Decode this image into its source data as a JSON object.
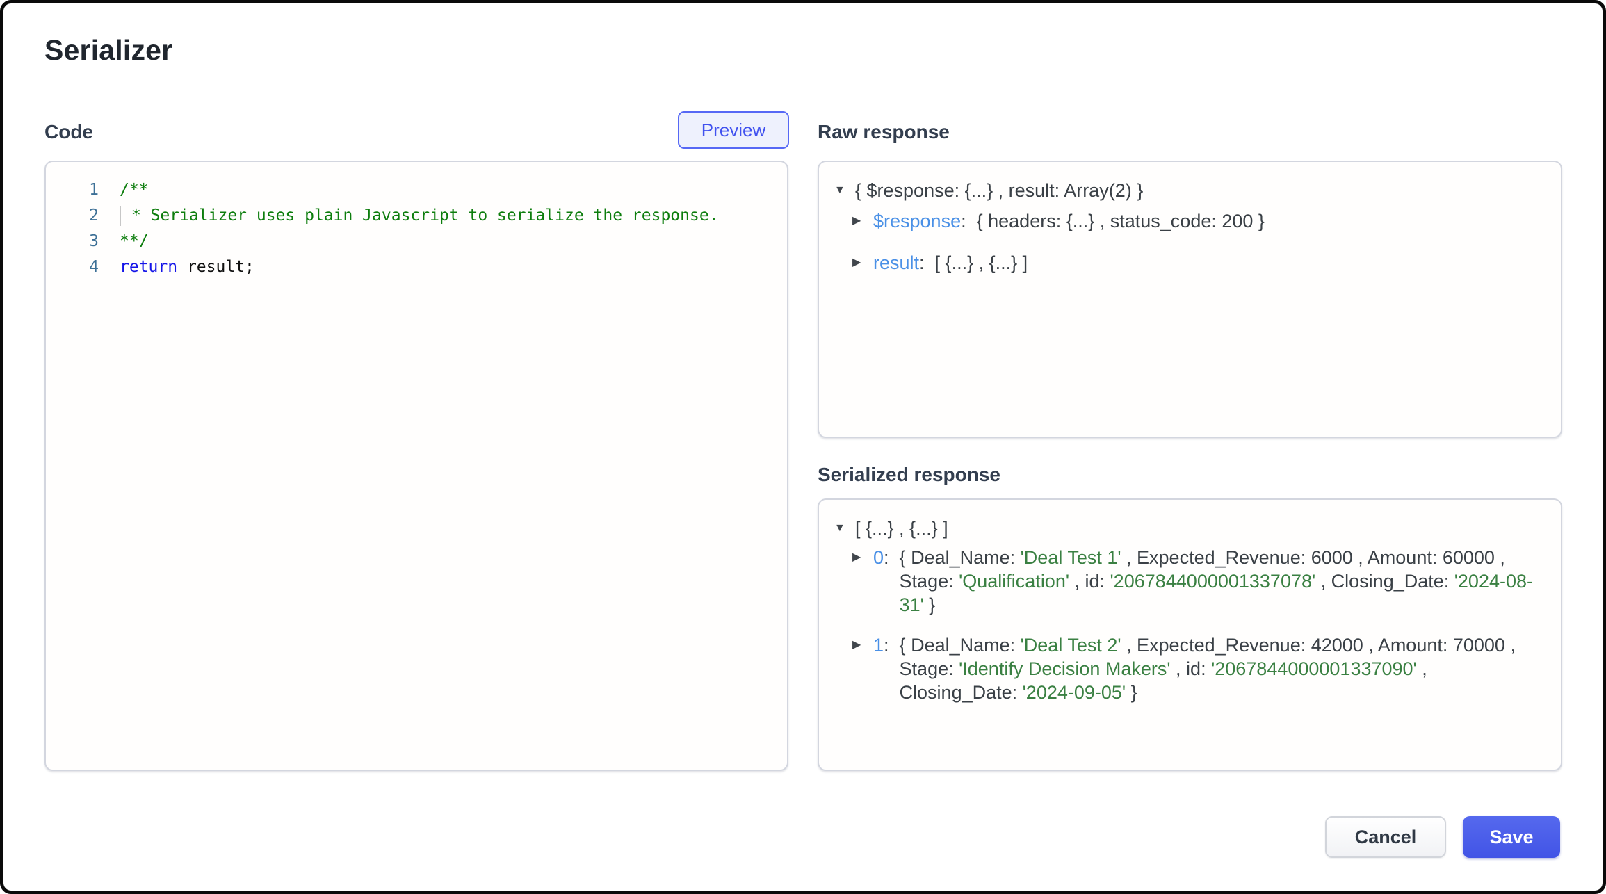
{
  "title": "Serializer",
  "code_section": {
    "label": "Code",
    "preview_button_label": "Preview",
    "lines": [
      {
        "number": "1",
        "segments": [
          {
            "text": "/**",
            "style": "comment"
          }
        ]
      },
      {
        "number": "2",
        "cursor": true,
        "segments": [
          {
            "text": " * Serializer uses plain Javascript to serialize the response.",
            "style": "comment"
          }
        ]
      },
      {
        "number": "3",
        "segments": [
          {
            "text": "**/",
            "style": "comment"
          }
        ]
      },
      {
        "number": "4",
        "segments": [
          {
            "text": "return",
            "style": "keyword"
          },
          {
            "text": " result;",
            "style": "plain"
          }
        ]
      }
    ]
  },
  "raw_response": {
    "label": "Raw response",
    "rows": [
      {
        "arrow": "expanded",
        "level": 0,
        "key": null,
        "segments": [
          {
            "text": "{ $response: {...} , result: Array(2) }",
            "style": "plain"
          }
        ]
      },
      {
        "arrow": "collapsed",
        "level": 1,
        "key": "$response",
        "segments": [
          {
            "text": "{ headers: {...} , status_code: 200 }",
            "style": "plain"
          }
        ]
      },
      {
        "arrow": "collapsed",
        "level": 1,
        "key": "result",
        "segments": [
          {
            "text": "[ {...} , {...} ]",
            "style": "plain"
          }
        ]
      }
    ]
  },
  "serialized_response": {
    "label": "Serialized response",
    "rows": [
      {
        "arrow": "expanded",
        "level": 0,
        "key": null,
        "segments": [
          {
            "text": "[ {...} , {...} ]",
            "style": "plain"
          }
        ]
      },
      {
        "arrow": "collapsed",
        "level": 1,
        "key": "0",
        "segments": [
          {
            "text": "{ Deal_Name: ",
            "style": "plain"
          },
          {
            "text": "'Deal Test 1'",
            "style": "string"
          },
          {
            "text": " , Expected_Revenue: 6000 , Amount: 60000 , Stage: ",
            "style": "plain"
          },
          {
            "text": "'Qualification'",
            "style": "string"
          },
          {
            "text": " , id: ",
            "style": "plain"
          },
          {
            "text": "'2067844000001337078'",
            "style": "string"
          },
          {
            "text": " , Closing_Date: ",
            "style": "plain"
          },
          {
            "text": "'2024-08-31'",
            "style": "string"
          },
          {
            "text": " }",
            "style": "plain"
          }
        ]
      },
      {
        "arrow": "collapsed",
        "level": 1,
        "key": "1",
        "segments": [
          {
            "text": "{ Deal_Name: ",
            "style": "plain"
          },
          {
            "text": "'Deal Test 2'",
            "style": "string"
          },
          {
            "text": " , Expected_Revenue: 42000 , Amount: 70000 , Stage: ",
            "style": "plain"
          },
          {
            "text": "'Identify Decision Makers'",
            "style": "string"
          },
          {
            "text": " , id: ",
            "style": "plain"
          },
          {
            "text": "'2067844000001337090'",
            "style": "string"
          },
          {
            "text": " , Closing_Date: ",
            "style": "plain"
          },
          {
            "text": "'2024-09-05'",
            "style": "string"
          },
          {
            "text": " }",
            "style": "plain"
          }
        ]
      }
    ]
  },
  "footer": {
    "cancel_label": "Cancel",
    "save_label": "Save"
  },
  "colors": {
    "accent": "#4c5ee8",
    "key_blue": "#4a90e6",
    "string_green": "#3a8042",
    "comment_green": "#0d7d0d",
    "keyword_blue": "#1414e8"
  }
}
